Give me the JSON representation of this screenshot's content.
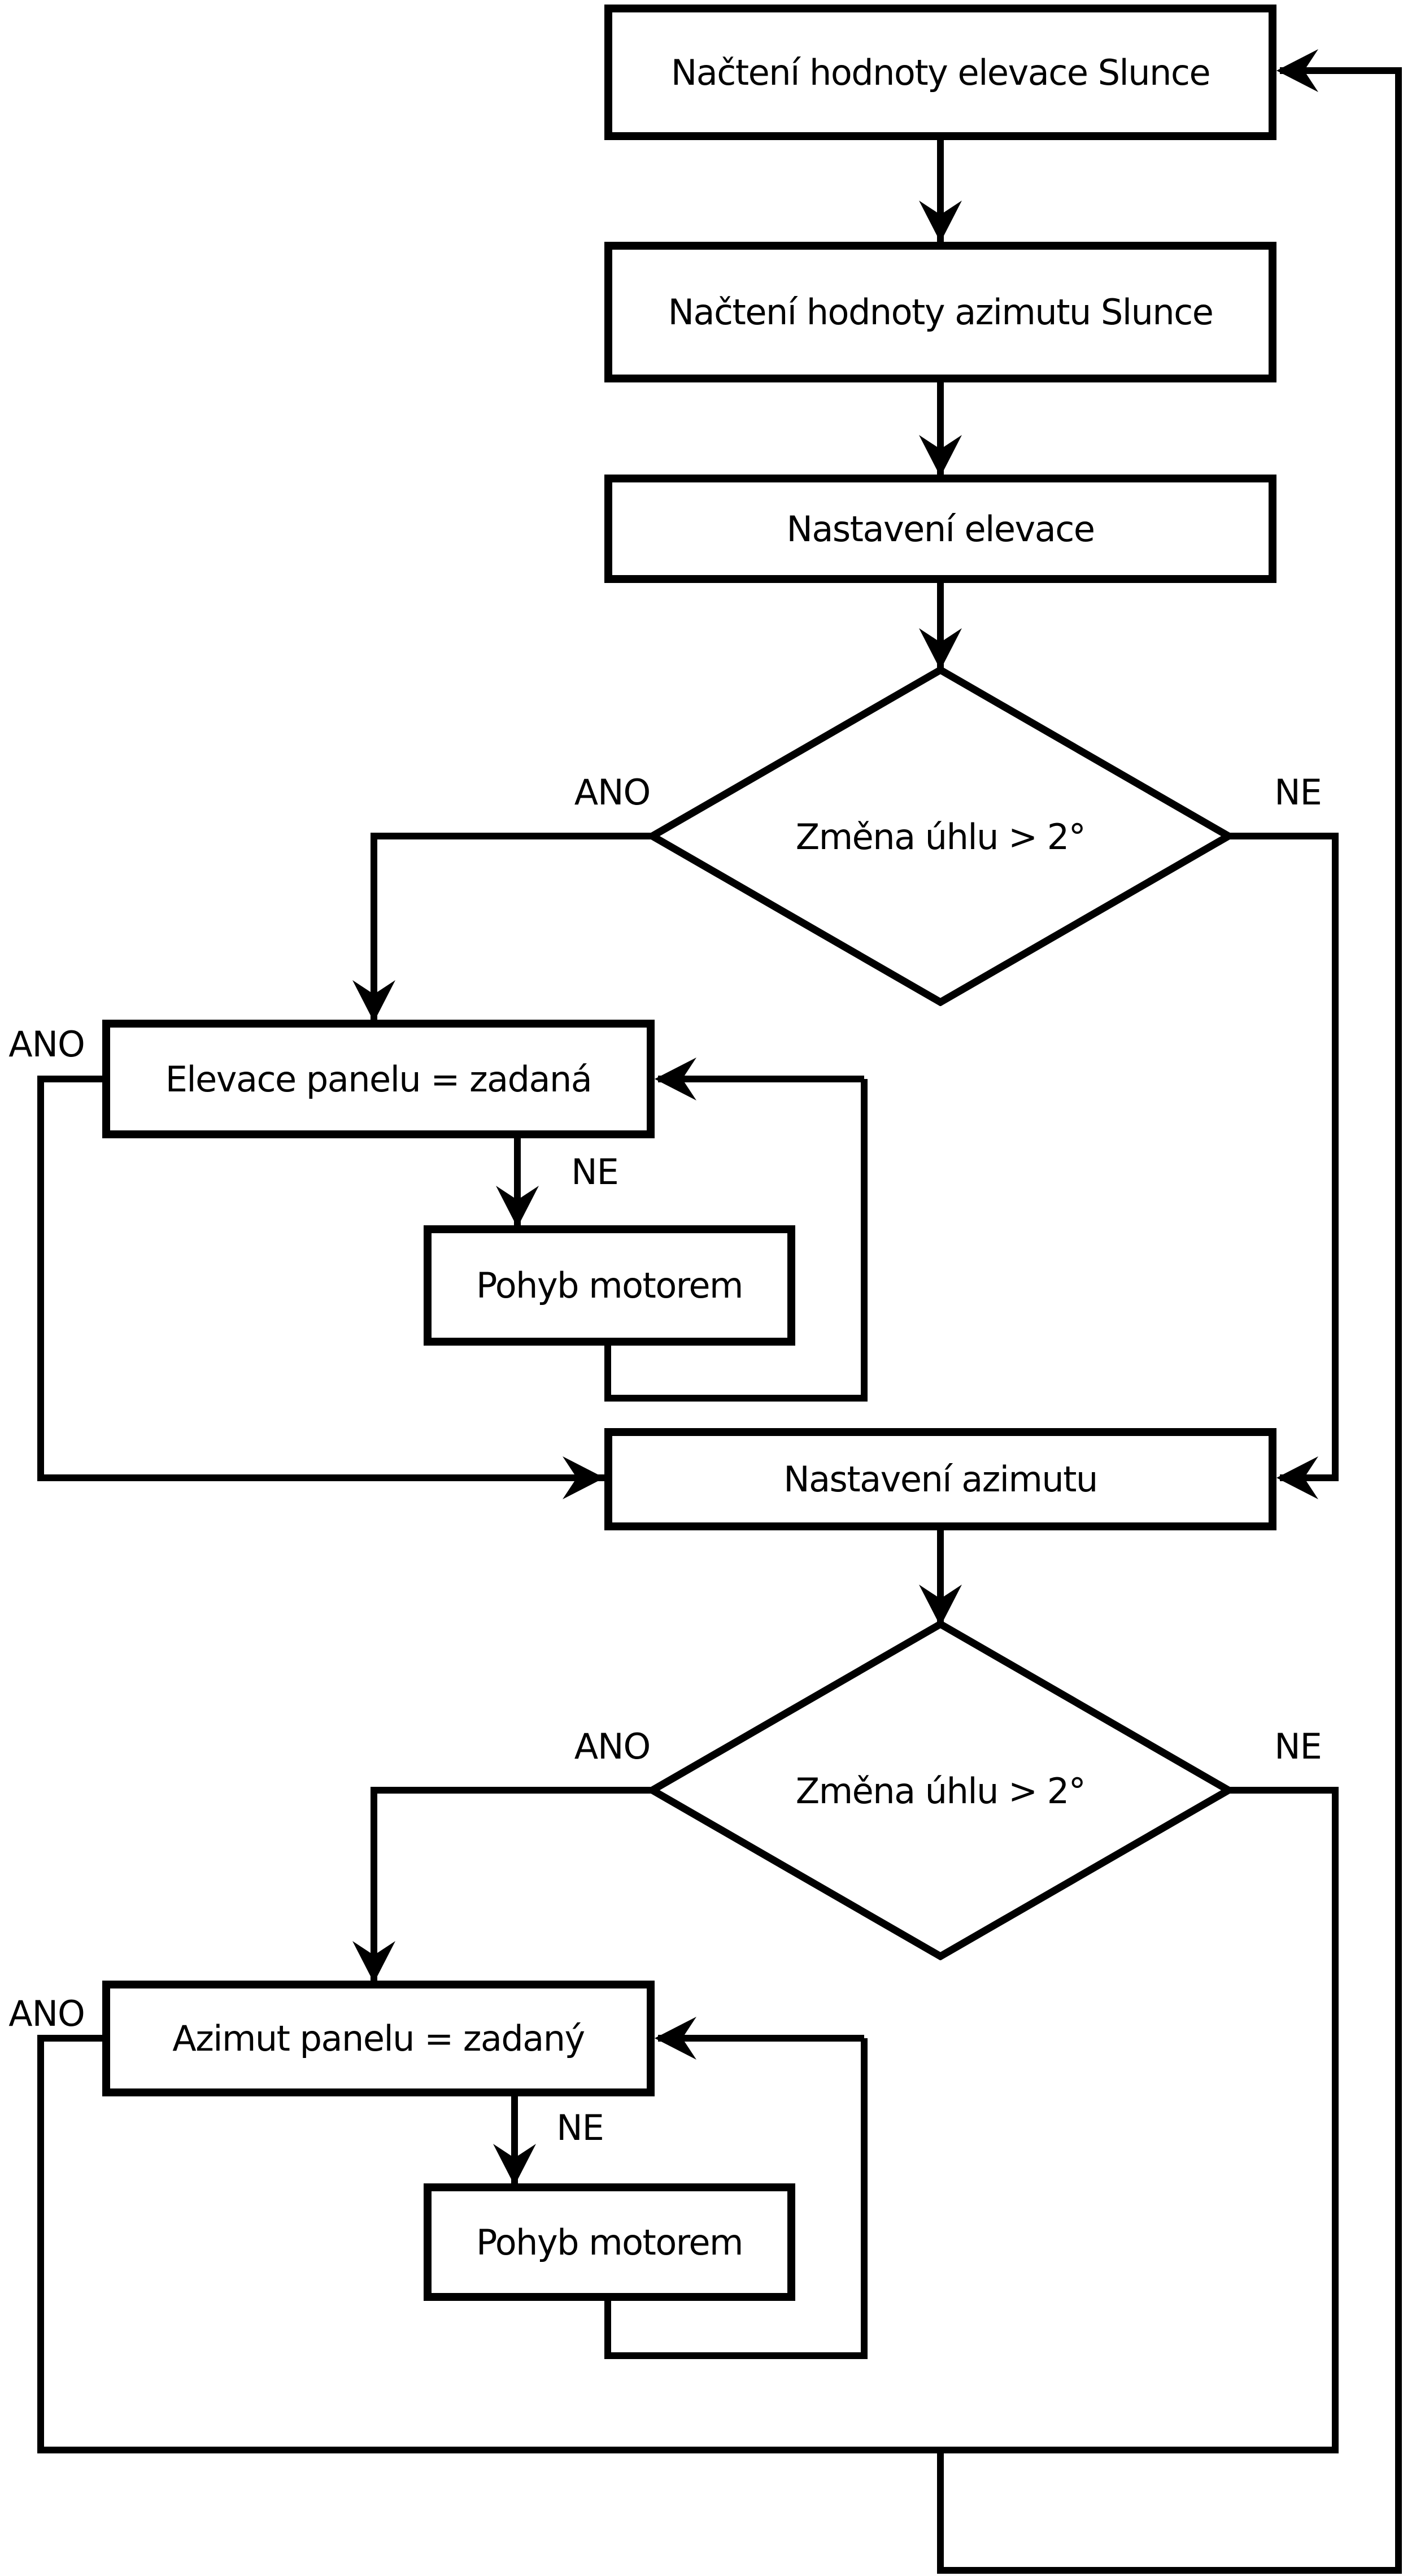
{
  "diagram": {
    "title": "Solar tracker control flowchart",
    "language": "cs",
    "colors": {
      "background": "#ffffff",
      "line": "#000000",
      "text": "#000000"
    },
    "nodes": [
      {
        "id": "load-elevation",
        "type": "process",
        "label": "Načtení hodnoty elevace Slunce"
      },
      {
        "id": "load-azimuth",
        "type": "process",
        "label": "Načtení hodnoty azimutu Slunce"
      },
      {
        "id": "set-elevation",
        "type": "process",
        "label": "Nastavení elevace"
      },
      {
        "id": "elevation-angle-check",
        "type": "decision",
        "label": "Změna úhlu > 2°"
      },
      {
        "id": "elevation-equal-check",
        "type": "process",
        "label": "Elevace panelu = zadaná"
      },
      {
        "id": "elevation-motor",
        "type": "process",
        "label": "Pohyb motorem"
      },
      {
        "id": "set-azimuth",
        "type": "process",
        "label": "Nastavení azimutu"
      },
      {
        "id": "azimuth-angle-check",
        "type": "decision",
        "label": "Změna úhlu > 2°"
      },
      {
        "id": "azimuth-equal-check",
        "type": "process",
        "label": "Azimut panelu = zadaný"
      },
      {
        "id": "azimuth-motor",
        "type": "process",
        "label": "Pohyb motorem"
      }
    ],
    "edge_labels": {
      "elevation_angle_yes": "ANO",
      "elevation_angle_no": "NE",
      "elevation_equal_yes": "ANO",
      "elevation_equal_no": "NE",
      "azimuth_angle_yes": "ANO",
      "azimuth_angle_no": "NE",
      "azimuth_equal_yes": "ANO",
      "azimuth_equal_no": "NE"
    }
  }
}
